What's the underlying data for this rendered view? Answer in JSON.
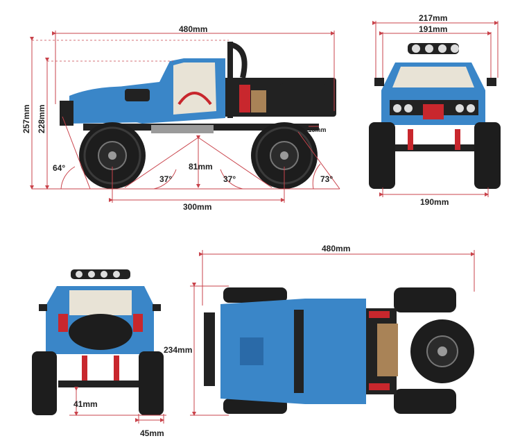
{
  "side_view": {
    "length": "480mm",
    "height_total": "257mm",
    "height_cab": "228mm",
    "approach_angle": "64°",
    "breakover_left": "37°",
    "breakover_right": "37°",
    "departure_angle": "73°",
    "ground_clearance": "81mm",
    "rear_clearance": "115mm",
    "wheelbase": "300mm"
  },
  "front_view": {
    "width_top": "217mm",
    "width_mid": "191mm",
    "track": "190mm"
  },
  "rear_view": {
    "axle_clearance": "41mm",
    "tire_width": "45mm"
  },
  "top_view": {
    "length": "480mm",
    "width": "234mm"
  },
  "colors": {
    "body_blue": "#3a86c8",
    "dimension_red": "#c9434b",
    "accent_red": "#c8272d"
  }
}
